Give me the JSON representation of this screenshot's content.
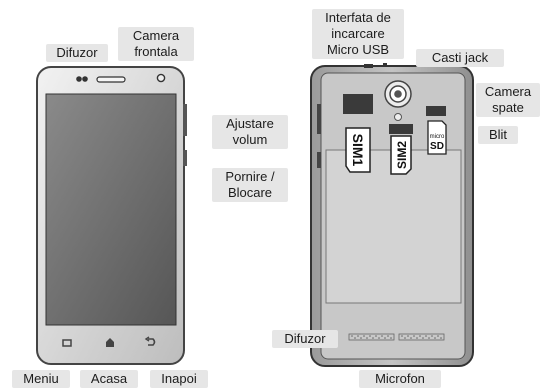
{
  "labels": {
    "difuzor_front": "Difuzor",
    "camera_frontala": "Camera\nfrontala",
    "ajustare_volum": "Ajustare\nvolum",
    "pornire_blocare": "Pornire /\nBlocare",
    "meniu": "Meniu",
    "acasa": "Acasa",
    "inapoi": "Inapoi",
    "interfata_usb": "Interfata de\nincarcare\nMicro USB",
    "casti_jack": "Casti jack",
    "camera_spate": "Camera\nspate",
    "blit": "Blit",
    "difuzor_back": "Difuzor",
    "microfon": "Microfon"
  },
  "card_text": {
    "sim1": "SIM1",
    "sim2": "SIM2",
    "sd_small": "micro",
    "sd": "SD"
  },
  "colors": {
    "label_bg": "#e6e6e6",
    "phone_body": "#d6d6d6",
    "screen": "#6b6b6b",
    "back_inner": "#c9c9c9",
    "battery_area": "#d2d2d2"
  }
}
